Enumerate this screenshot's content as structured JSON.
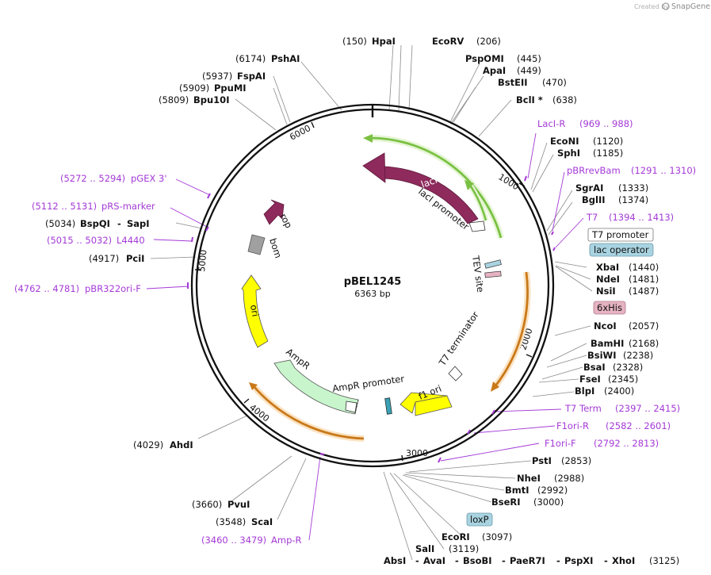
{
  "branding": {
    "created_by": "Created by",
    "brand": "SnapGene"
  },
  "plasmid": {
    "name": "pBEL1245",
    "size_label": "6363 bp",
    "total_bp": 6363
  },
  "colors": {
    "lacI": "#8e2a5c",
    "green_feature": "#7ac143",
    "orange_feature": "#c9791a",
    "ori": "#ffff00",
    "ampR": "#c8f5cc",
    "rop": "#8e2a5c",
    "bom": "#a0a0a0",
    "primer": "#a43ad6",
    "lac_operator_fill": "#a9d3e0",
    "his_fill": "#e6b3c2"
  },
  "enzymes": [
    {
      "name": "HpaI",
      "pos": "(150)"
    },
    {
      "name": "EcoRV",
      "pos": "(206)"
    },
    {
      "name": "PshAI",
      "pos": "(6174)"
    },
    {
      "name": "PspOMI",
      "pos": "(445)"
    },
    {
      "name": "ApaI",
      "pos": "(449)"
    },
    {
      "name": "FspAI",
      "pos": "(5937)"
    },
    {
      "name": "BstEII",
      "pos": "(470)"
    },
    {
      "name": "PpuMI",
      "pos": "(5909)"
    },
    {
      "name": "Bpu10I",
      "pos": "(5809)"
    },
    {
      "name": "BclI *",
      "pos": "(638)"
    },
    {
      "name": "EcoNI",
      "pos": "(1120)"
    },
    {
      "name": "SphI",
      "pos": "(1185)"
    },
    {
      "name": "SgrAI",
      "pos": "(1333)"
    },
    {
      "name": "BglII",
      "pos": "(1374)"
    },
    {
      "name": "BspQI",
      "pos": "(5034)",
      "alias": "SapI"
    },
    {
      "name": "XbaI",
      "pos": "(1440)"
    },
    {
      "name": "PciI",
      "pos": "(4917)"
    },
    {
      "name": "NdeI",
      "pos": "(1481)"
    },
    {
      "name": "NsiI",
      "pos": "(1487)"
    },
    {
      "name": "NcoI",
      "pos": "(2057)"
    },
    {
      "name": "BamHI",
      "pos": "(2168)"
    },
    {
      "name": "BsiWI",
      "pos": "(2238)"
    },
    {
      "name": "BsaI",
      "pos": "(2328)"
    },
    {
      "name": "FseI",
      "pos": "(2345)"
    },
    {
      "name": "BlpI",
      "pos": "(2400)"
    },
    {
      "name": "AhdI",
      "pos": "(4029)"
    },
    {
      "name": "PstI",
      "pos": "(2853)"
    },
    {
      "name": "NheI",
      "pos": "(2988)"
    },
    {
      "name": "PvuI",
      "pos": "(3660)"
    },
    {
      "name": "BmtI",
      "pos": "(2992)"
    },
    {
      "name": "BseRI",
      "pos": "(3000)"
    },
    {
      "name": "ScaI",
      "pos": "(3548)"
    },
    {
      "name": "EcoRI",
      "pos": "(3097)"
    },
    {
      "name": "SalI",
      "pos": "(3119)"
    }
  ],
  "bottom_cluster": {
    "names": [
      "AbsI",
      "AvaI",
      "BsoBI",
      "PaeR7I",
      "PspXI",
      "XhoI"
    ],
    "separator": "-",
    "pos": "(3125)"
  },
  "primers": [
    {
      "name": "LacI-R",
      "range": "(969 .. 988)"
    },
    {
      "name": "pBRrevBam",
      "range": "(1291 .. 1310)"
    },
    {
      "name": "T7",
      "range": "(1394 .. 1413)"
    },
    {
      "name": "pGEX 3'",
      "range": "(5272 .. 5294)"
    },
    {
      "name": "pRS-marker",
      "range": "(5112 .. 5131)"
    },
    {
      "name": "L4440",
      "range": "(5015 .. 5032)"
    },
    {
      "name": "pBR322ori-F",
      "range": "(4762 .. 4781)"
    },
    {
      "name": "T7 Term",
      "range": "(2397 .. 2415)"
    },
    {
      "name": "F1ori-R",
      "range": "(2582 .. 2601)"
    },
    {
      "name": "F1ori-F",
      "range": "(2792 .. 2813)"
    },
    {
      "name": "Amp-R",
      "range": "(3460 .. 3479)"
    }
  ],
  "boxed_features": {
    "t7_promoter": "T7 promoter",
    "lac_operator": "lac operator",
    "his_tag": "6xHis",
    "loxp": "loxP"
  },
  "features": {
    "lacI": "lacI",
    "lacI_promoter": "lacI promoter",
    "rop": "rop",
    "bom": "bom",
    "ori": "ori",
    "ampR": "AmpR",
    "ampR_promoter": "AmpR promoter",
    "f1_ori": "f1 ori",
    "t7_terminator": "T7 terminator",
    "tev_site": "TEV site"
  },
  "ticks": [
    "1000",
    "2000",
    "3000",
    "4000",
    "5000",
    "6000"
  ]
}
